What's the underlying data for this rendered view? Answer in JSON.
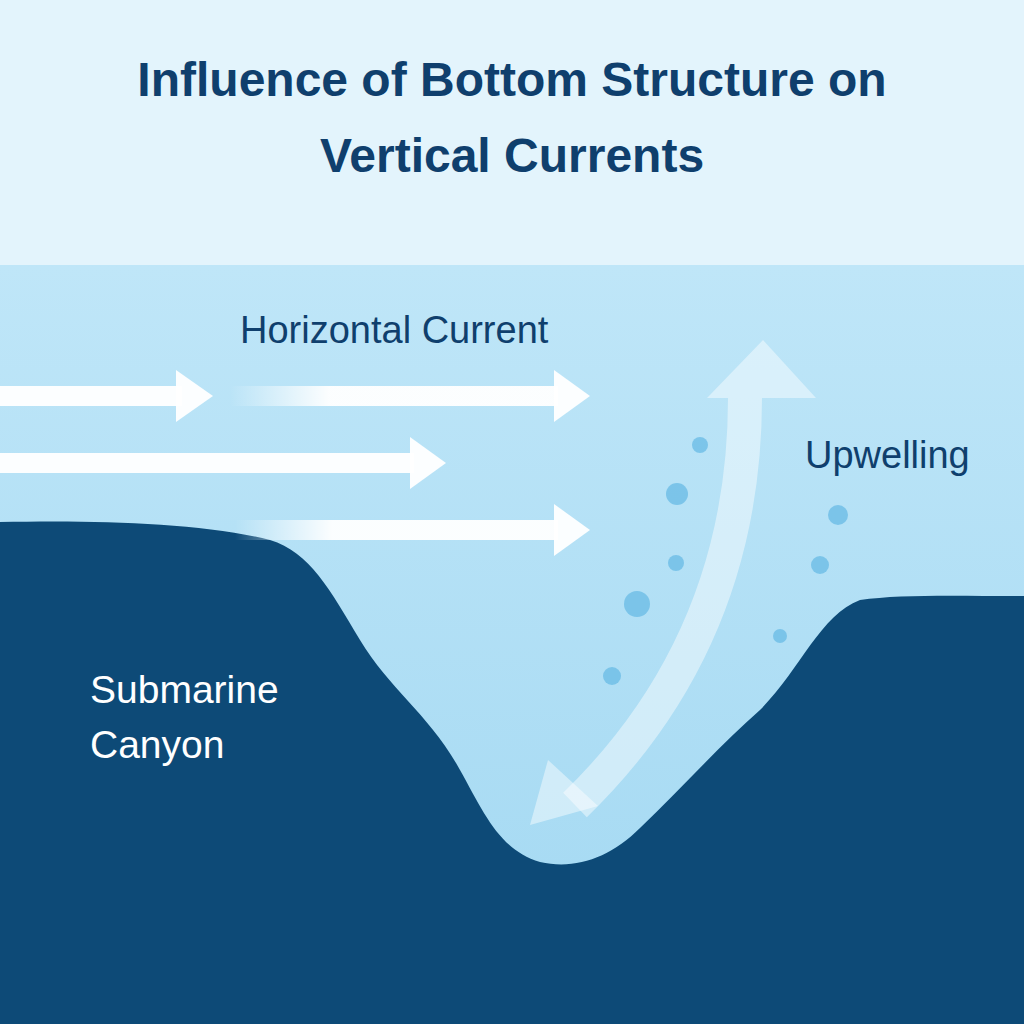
{
  "diagram": {
    "title": "Influence of Bottom Structure on Vertical Currents",
    "labels": [
      "Horizontal Current",
      "Upwelling",
      "Submarine Canyon"
    ]
  }
}
